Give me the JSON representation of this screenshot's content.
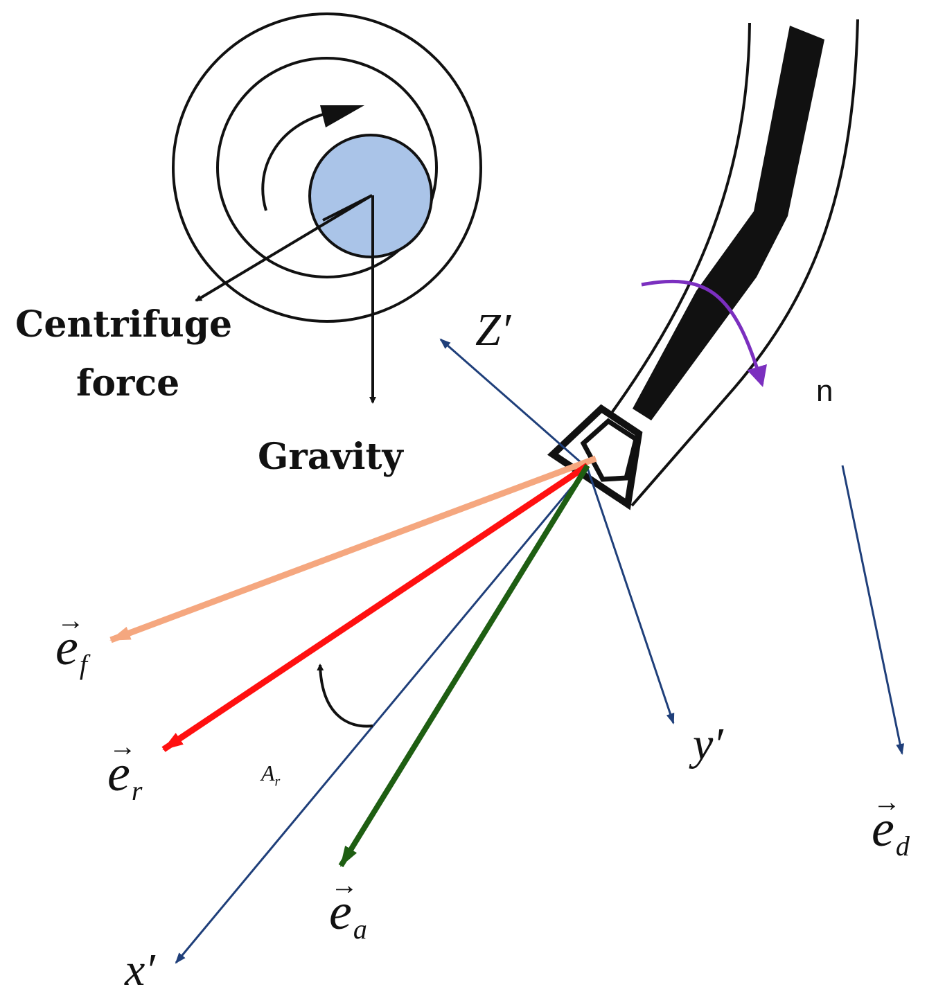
{
  "labels": {
    "centrifuge_line1": "Centrifuge",
    "centrifuge_line2": "force",
    "gravity": "Gravity",
    "z_axis": "Z′",
    "y_axis": "y′",
    "x_axis": "x′",
    "n": "n",
    "a_r_main": "A",
    "a_r_sub": "r"
  },
  "vectors": {
    "arrow_glyph": "→",
    "ef": {
      "base": "e",
      "sub": "f"
    },
    "er": {
      "base": "e",
      "sub": "r"
    },
    "ea": {
      "base": "e",
      "sub": "a"
    },
    "ed": {
      "base": "e",
      "sub": "d"
    }
  },
  "colors": {
    "axis_blue": "#1f3f7a",
    "ef_orange": "#f5a77f",
    "er_red": "#ff1010",
    "ea_green": "#1e5e12",
    "rotation_purple": "#7b2fbf",
    "disk_fill": "#aac4e8"
  }
}
